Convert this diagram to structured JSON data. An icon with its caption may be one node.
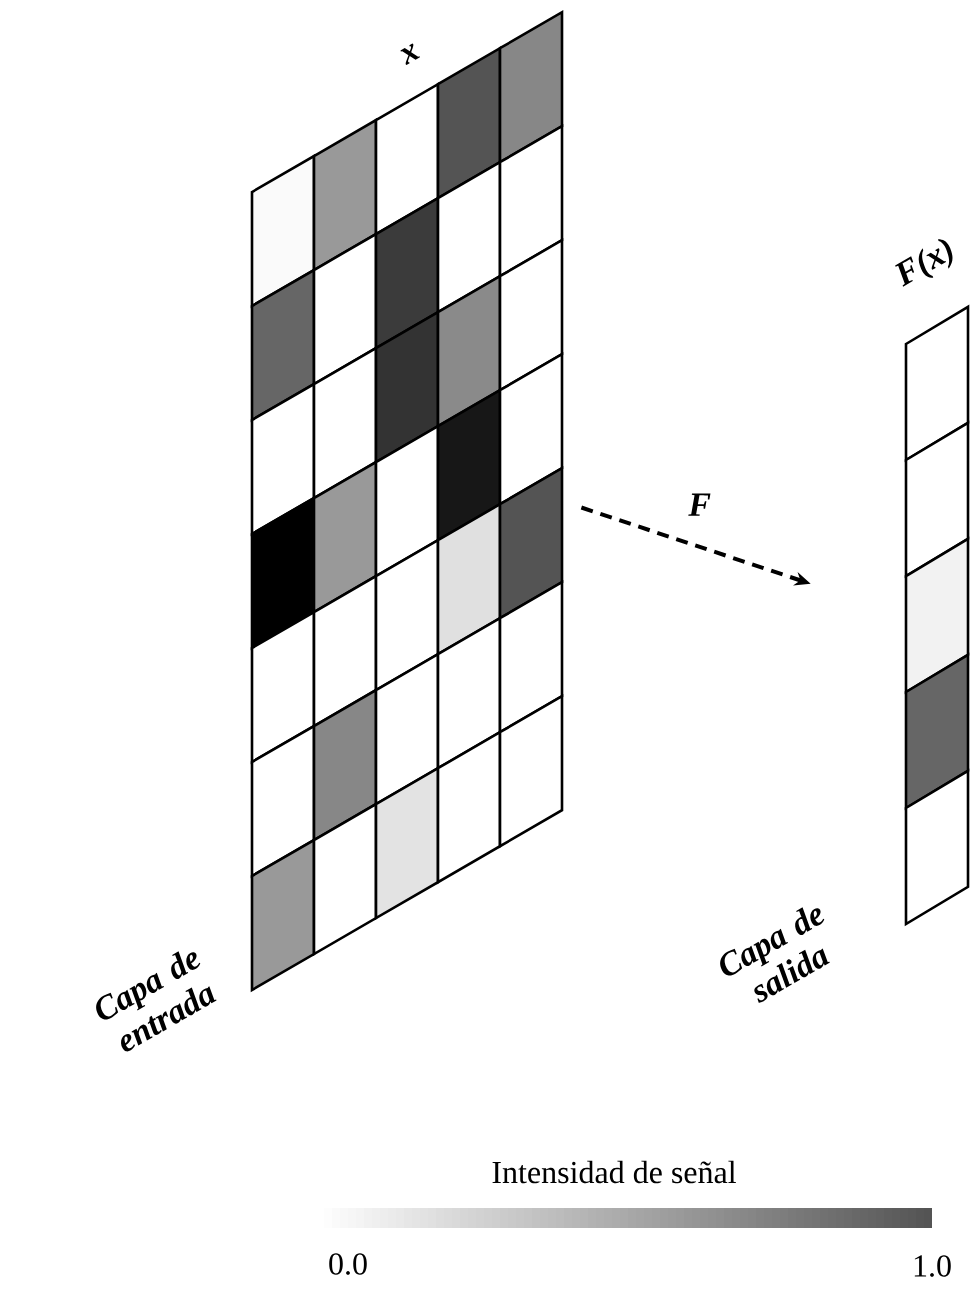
{
  "diagram": {
    "nodes": [
      {
        "text": [
          "x"
        ],
        "beside": [
          "Capa de entrada"
        ]
      },
      {
        "text": [
          "F(x)"
        ],
        "beside": [
          "Capa de salida"
        ]
      }
    ],
    "edges": [
      {
        "from": 0,
        "to": 1,
        "arrow": "to",
        "label": "F",
        "style": "dashed"
      }
    ],
    "labels": [
      "Intensidad de señal",
      "0.0",
      "1.0"
    ]
  }
}
